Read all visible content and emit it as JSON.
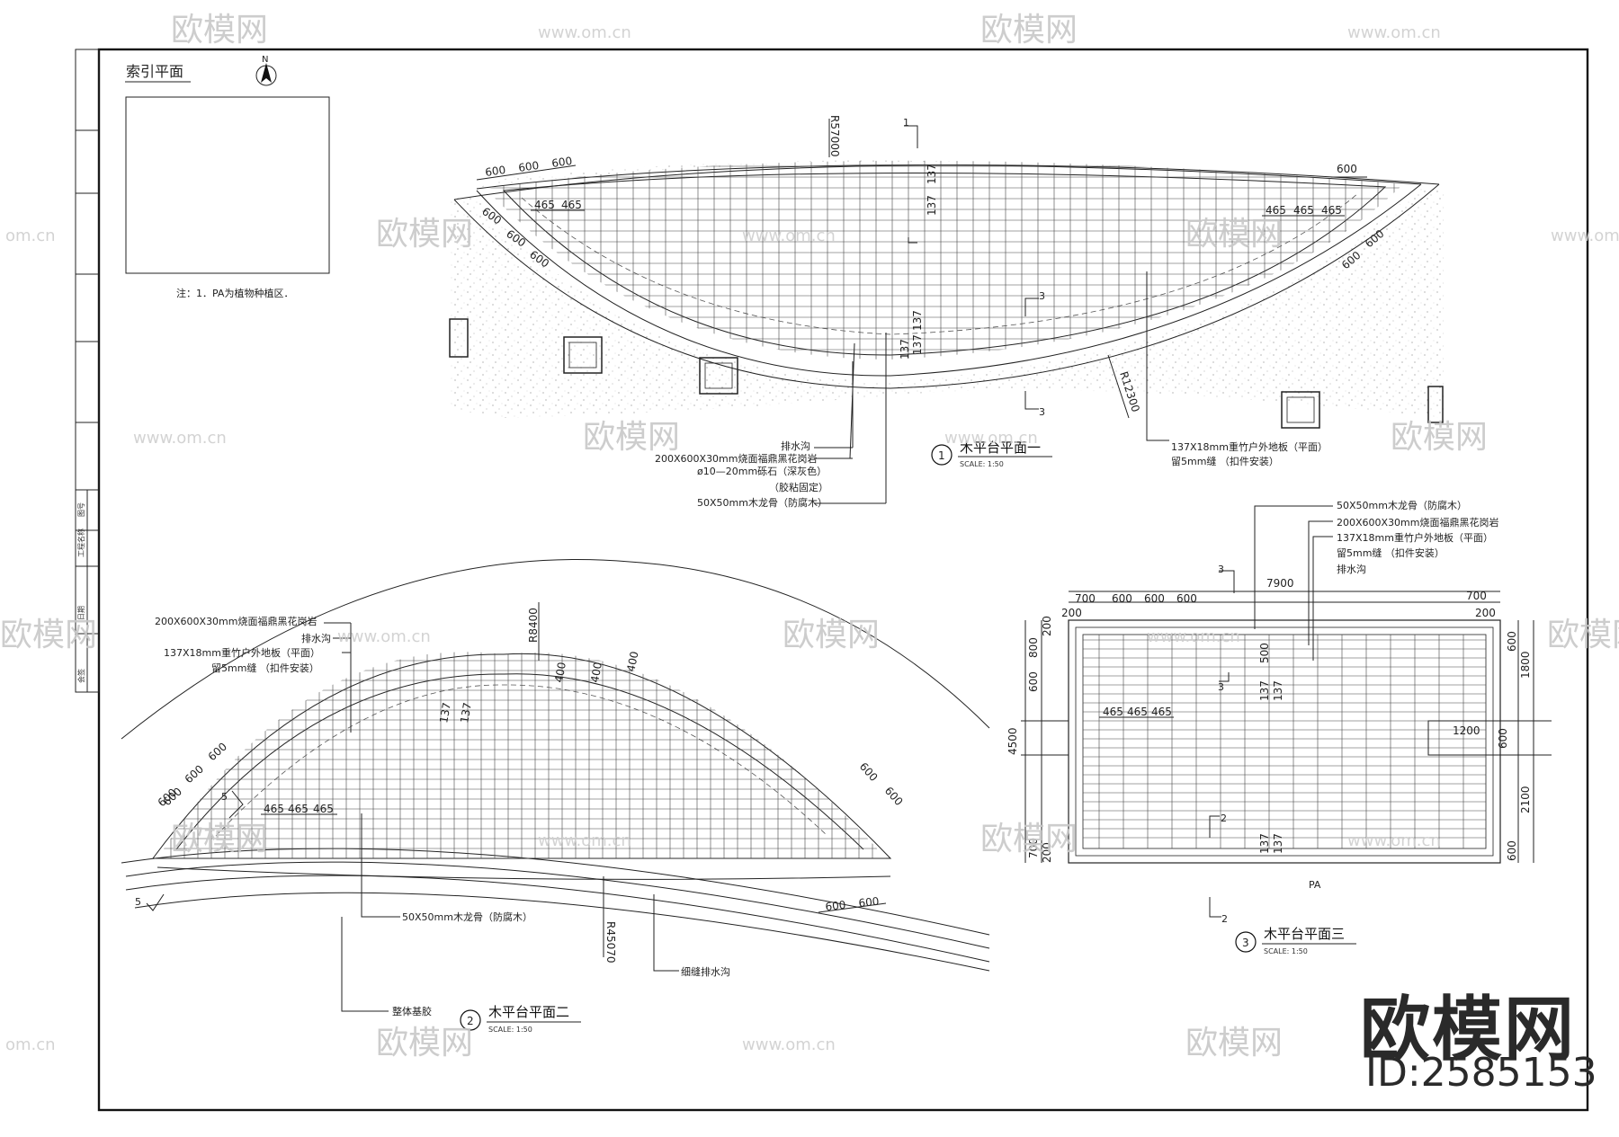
{
  "index_plan": {
    "title": "索引平面",
    "north": "N",
    "note": "注：1．PA为植物种植区．"
  },
  "plan1": {
    "title": "木平台平面一",
    "number": "1",
    "scale": "SCALE:  1:50",
    "radius_top": "R57000",
    "radius_bottom": "R12300",
    "dims_top_left": [
      "600",
      "600",
      "600"
    ],
    "dims_left_diag": [
      "600",
      "600",
      "600"
    ],
    "dims_top_right": [
      "600"
    ],
    "dims_right_diag": [
      "600",
      "600"
    ],
    "dims_465_left": [
      "465",
      "465"
    ],
    "dims_465_right": [
      "465",
      "465",
      "465"
    ],
    "dims_137": [
      "137",
      "137"
    ],
    "section_marks": [
      "1",
      "3",
      "3"
    ],
    "callouts_left": [
      "排水沟",
      "200X600X30mm烧面福鼎黑花岗岩",
      "ø10—20mm砾石（深灰色）",
      "（胶粘固定）",
      "50X50mm木龙骨（防腐木）"
    ],
    "callouts_right": [
      "137X18mm重竹户外地板（平面）",
      "留5mm缝  （扣件安装）"
    ]
  },
  "plan2": {
    "title": "木平台平面二",
    "number": "2",
    "scale": "SCALE:  1:50",
    "radius_top": "R8400",
    "radius_bottom": "R45070",
    "dims_left": [
      "600",
      "600",
      "600",
      "600"
    ],
    "dims_right": [
      "600",
      "600"
    ],
    "dims_bottom": [
      "600",
      "600"
    ],
    "dims_465": [
      "465",
      "465",
      "465"
    ],
    "dims_top": [
      "400",
      "400",
      "400"
    ],
    "dims_137": [
      "137",
      "137"
    ],
    "section_mark": "5",
    "callouts_left": [
      "200X600X30mm烧面福鼎黑花岗岩",
      "排水沟",
      "137X18mm重竹户外地板（平面）",
      "留5mm缝  （扣件安装）"
    ],
    "callout_bottom_a": "50X50mm木龙骨（防腐木）",
    "callout_bottom_b": "细缝排水沟",
    "callout_bottom_c": "整体基胶"
  },
  "plan3": {
    "title": "木平台平面三",
    "number": "3",
    "scale": "SCALE:  1:50",
    "total_width": "7900",
    "dims_top": [
      "700",
      "600",
      "600",
      "600"
    ],
    "dim_top_right": "700",
    "dims_200": [
      "200",
      "200",
      "200",
      "200"
    ],
    "dims_left": [
      "800",
      "600",
      "4500",
      "700"
    ],
    "dims_right": [
      "600",
      "1800",
      "600",
      "2100",
      "600"
    ],
    "dim_entry": "1200",
    "dims_465": [
      "465",
      "465",
      "465"
    ],
    "dims_inner": [
      "500",
      "137",
      "137",
      "137",
      "137"
    ],
    "section_marks": [
      "3",
      "3",
      "2",
      "2"
    ],
    "plant_area": "PA",
    "callouts": [
      "50X50mm木龙骨（防腐木）",
      "200X600X30mm烧面福鼎黑花岗岩",
      "137X18mm重竹户外地板（平面）",
      "留5mm缝  （扣件安装）",
      "排水沟"
    ]
  },
  "title_block": {
    "cells": [
      "图号",
      "工程名称",
      "日期",
      "会签"
    ]
  },
  "watermark": {
    "brand": "欧模网",
    "url": "www.om.cn",
    "url_partial": "om.cn",
    "id": "ID:2585153"
  }
}
